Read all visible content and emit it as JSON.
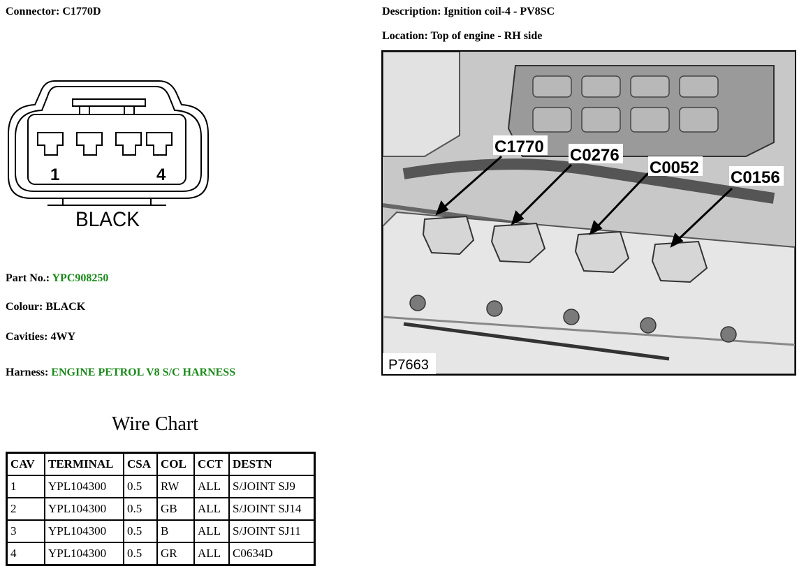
{
  "connector": {
    "label": "Connector:",
    "value": "C1770D"
  },
  "description": {
    "label": "Description:",
    "value": "Ignition coil-4 - PV8SC"
  },
  "location": {
    "label": "Location:",
    "value": "Top of engine - RH side"
  },
  "diagram": {
    "pin_first": "1",
    "pin_last": "4",
    "colour_text": "BLACK"
  },
  "photo": {
    "callouts": [
      "C1770",
      "C0276",
      "C0052",
      "C0156"
    ],
    "ref": "P7663"
  },
  "part_no": {
    "label": "Part No.:",
    "value": "YPC908250"
  },
  "colour": {
    "label": "Colour:",
    "value": "BLACK"
  },
  "cavities": {
    "label": "Cavities:",
    "value": "4WY"
  },
  "harness": {
    "label": "Harness:",
    "value": "ENGINE PETROL V8 S/C HARNESS"
  },
  "wire_chart": {
    "title": "Wire Chart",
    "headers": [
      "CAV",
      "TERMINAL",
      "CSA",
      "COL",
      "CCT",
      "DESTN"
    ],
    "rows": [
      [
        "1",
        "YPL104300",
        "0.5",
        "RW",
        "ALL",
        "S/JOINT SJ9"
      ],
      [
        "2",
        "YPL104300",
        "0.5",
        "GB",
        "ALL",
        "S/JOINT SJ14"
      ],
      [
        "3",
        "YPL104300",
        "0.5",
        "B",
        "ALL",
        "S/JOINT SJ11"
      ],
      [
        "4",
        "YPL104300",
        "0.5",
        "GR",
        "ALL",
        "C0634D"
      ]
    ]
  },
  "colors": {
    "link_green": "#1a8a1a"
  }
}
